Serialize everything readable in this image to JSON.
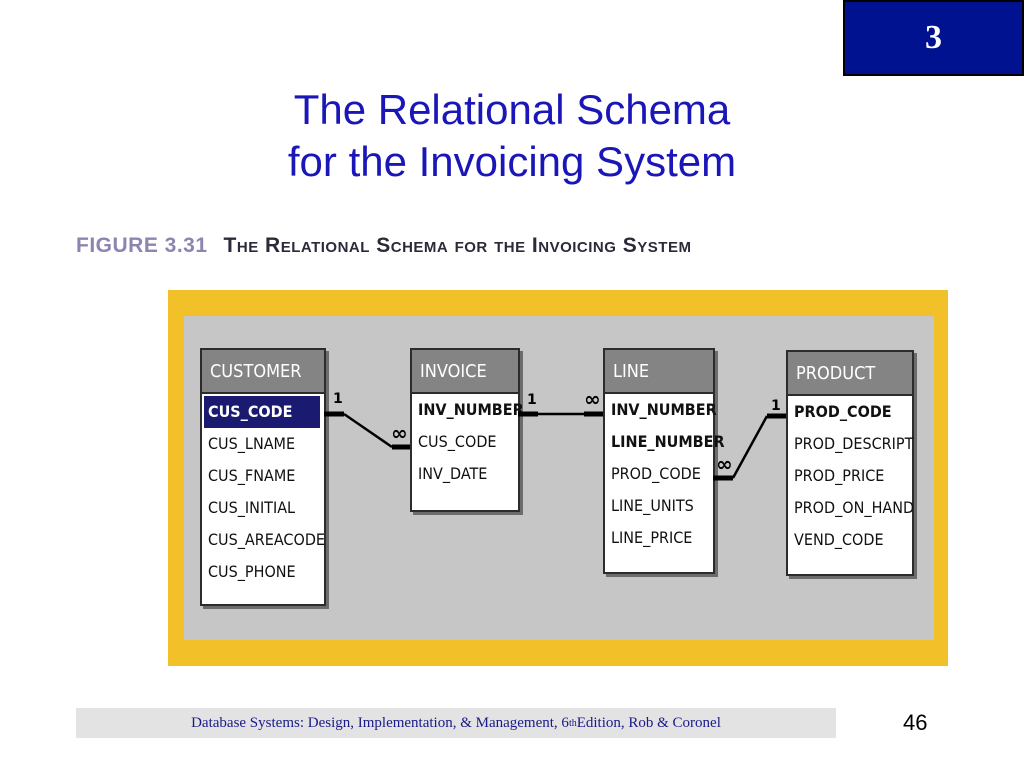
{
  "chapter_number": "3",
  "title": {
    "line1": "The Relational Schema",
    "line2": "for the Invoicing System"
  },
  "figure": {
    "number": "FIGURE 3.31",
    "caption": "The Relational Schema for the Invoicing System"
  },
  "tables": {
    "customer": {
      "name": "CUSTOMER",
      "fields": [
        "CUS_CODE",
        "CUS_LNAME",
        "CUS_FNAME",
        "CUS_INITIAL",
        "CUS_AREACODE",
        "CUS_PHONE"
      ]
    },
    "invoice": {
      "name": "INVOICE",
      "fields": [
        "INV_NUMBER",
        "CUS_CODE",
        "INV_DATE"
      ]
    },
    "line": {
      "name": "LINE",
      "fields": [
        "INV_NUMBER",
        "LINE_NUMBER",
        "PROD_CODE",
        "LINE_UNITS",
        "LINE_PRICE"
      ]
    },
    "product": {
      "name": "PRODUCT",
      "fields": [
        "PROD_CODE",
        "PROD_DESCRIPT",
        "PROD_PRICE",
        "PROD_ON_HAND",
        "VEND_CODE"
      ]
    }
  },
  "relationships": [
    {
      "from": "CUSTOMER",
      "to": "INVOICE",
      "one_label": "1",
      "many_label": "∞"
    },
    {
      "from": "INVOICE",
      "to": "LINE",
      "one_label": "1",
      "many_label": "∞"
    },
    {
      "from": "PRODUCT",
      "to": "LINE",
      "one_label": "1",
      "many_label": "∞"
    }
  ],
  "footer": {
    "text_before": "Database Systems: Design, Implementation, & Management, 6",
    "superscript": "th",
    "text_after": " Edition, Rob & Coronel"
  },
  "page_number": "46",
  "colors": {
    "chapter_box": "#00128f",
    "title": "#1a16b8",
    "figure_frame": "#f2c12a",
    "figure_inner": "#c6c6c6",
    "table_header": "#848484",
    "selected_row": "#1a1a70"
  }
}
